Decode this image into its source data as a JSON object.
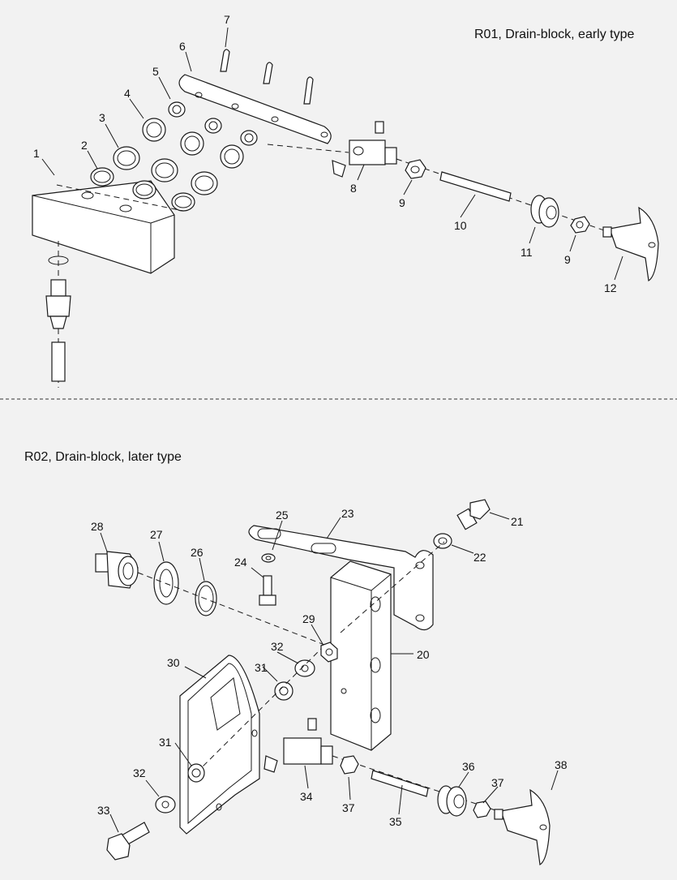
{
  "sections": [
    {
      "title": "R01, Drain-block, early type"
    },
    {
      "title": "R02, Drain-block, later type"
    }
  ],
  "callouts_r01": [
    "1",
    "2",
    "3",
    "4",
    "5",
    "6",
    "7",
    "8",
    "9",
    "10",
    "11",
    "9",
    "12"
  ],
  "callouts_r02": [
    "21",
    "22",
    "23",
    "24",
    "25",
    "26",
    "27",
    "28",
    "29",
    "20",
    "30",
    "31",
    "32",
    "31",
    "32",
    "33",
    "34",
    "35",
    "36",
    "37",
    "37",
    "38"
  ]
}
